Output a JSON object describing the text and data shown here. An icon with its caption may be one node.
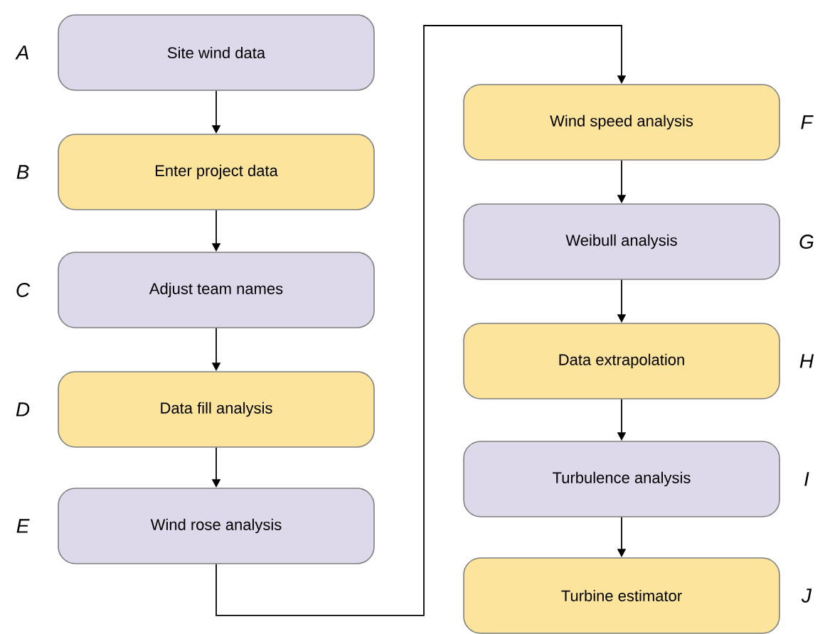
{
  "diagram": {
    "nodes": [
      {
        "text": [
          "Site wind data"
        ],
        "beside": [
          "A"
        ]
      },
      {
        "text": [
          "Enter project data"
        ],
        "beside": [
          "B"
        ]
      },
      {
        "text": [
          "Adjust team names"
        ],
        "beside": [
          "C"
        ]
      },
      {
        "text": [
          "Data fill analysis"
        ],
        "beside": [
          "D"
        ]
      },
      {
        "text": [
          "Wind rose analysis"
        ],
        "beside": [
          "E"
        ]
      },
      {
        "text": [
          "Wind speed analysis"
        ],
        "beside": [
          "F"
        ]
      },
      {
        "text": [
          "Weibull analysis"
        ],
        "beside": [
          "G"
        ]
      },
      {
        "text": [
          "Data extrapolation"
        ],
        "beside": [
          "H"
        ]
      },
      {
        "text": [
          "Turbulence analysis"
        ],
        "beside": [
          "I"
        ]
      },
      {
        "text": [
          "Turbine estimator"
        ],
        "beside": [
          "J"
        ]
      }
    ],
    "edges": [
      {
        "from": 0,
        "to": 1,
        "arrow": "to"
      },
      {
        "from": 1,
        "to": 2,
        "arrow": "to"
      },
      {
        "from": 2,
        "to": 3,
        "arrow": "to"
      },
      {
        "from": 3,
        "to": 4,
        "arrow": "to"
      },
      {
        "from": 4,
        "to": 5,
        "arrow": "to"
      },
      {
        "from": 5,
        "to": 6,
        "arrow": "to"
      },
      {
        "from": 6,
        "to": 7,
        "arrow": "to"
      },
      {
        "from": 7,
        "to": 8,
        "arrow": "to"
      },
      {
        "from": 8,
        "to": 9,
        "arrow": "to"
      }
    ]
  }
}
